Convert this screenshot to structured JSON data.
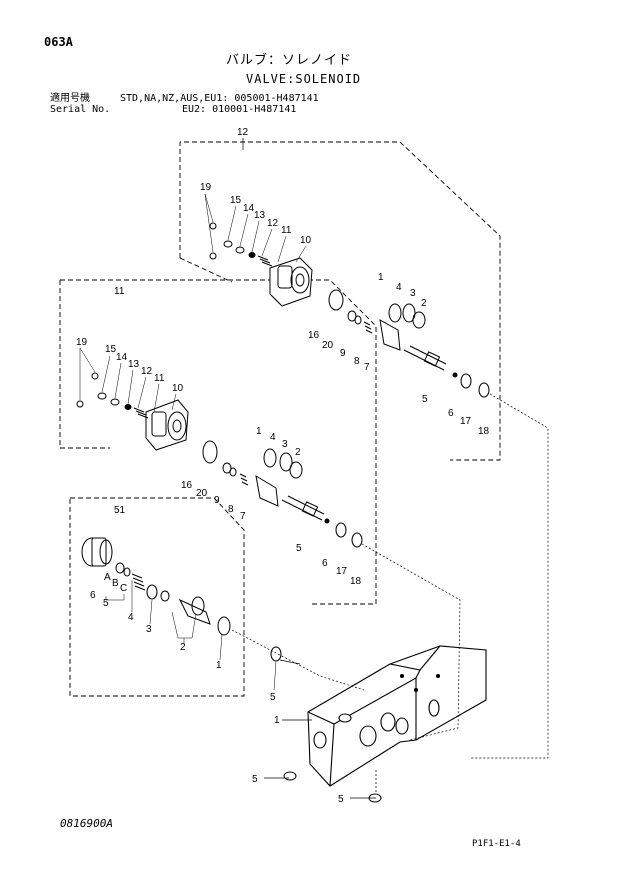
{
  "page_code": "063A",
  "title_jp": "バルブ：ソレノイド",
  "title_en": "VALVE:SOLENOID",
  "serial": {
    "label_jp": "適用号機",
    "label_en": "Serial No.",
    "line1": "STD,NA,NZ,AUS,EU1: 005001-H487141",
    "line2": "EU2: 010001-H487141"
  },
  "groups": [
    {
      "id": "12",
      "label": "12"
    },
    {
      "id": "11",
      "label": "11"
    },
    {
      "id": "51",
      "label": "51"
    }
  ],
  "callouts": {
    "g12": [
      "19",
      "15",
      "14",
      "13",
      "12",
      "11",
      "10",
      "1",
      "4",
      "3",
      "2",
      "16",
      "20",
      "9",
      "8",
      "7",
      "5",
      "6",
      "17",
      "18"
    ],
    "g11": [
      "19",
      "15",
      "14",
      "13",
      "12",
      "11",
      "10",
      "1",
      "4",
      "3",
      "2",
      "16",
      "20",
      "9",
      "8",
      "7",
      "5",
      "6",
      "17",
      "18"
    ],
    "g51": [
      "A",
      "B",
      "C",
      "6",
      "5",
      "4",
      "3",
      "2",
      "1"
    ],
    "body": [
      "5",
      "1",
      "5",
      "5"
    ]
  },
  "footer_left": "0816900A",
  "footer_right": "P1F1-E1-4"
}
